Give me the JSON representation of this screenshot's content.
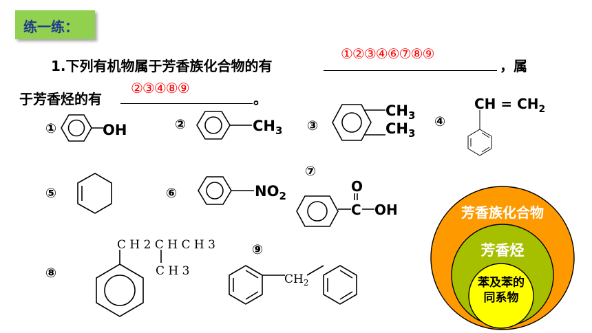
{
  "tag": {
    "label": "练一练："
  },
  "question": {
    "line1_prefix": "1.下列有机物属于芳香族化合物的有",
    "line1_suffix": "，属",
    "line2_prefix": "于芳香烃的有",
    "line2_suffix": "。",
    "answer1": "①②③④⑥⑦⑧⑨",
    "answer2": "②③④⑧⑨"
  },
  "compounds": {
    "c1": {
      "num": "①",
      "group": "OH"
    },
    "c2": {
      "num": "②",
      "group": "CH",
      "sub": "3"
    },
    "c3": {
      "num": "③",
      "g1": "CH",
      "g1sub": "3",
      "g2": "CH",
      "g2sub": "3"
    },
    "c4": {
      "num": "④",
      "top": "CH = CH",
      "topsub": "2"
    },
    "c5": {
      "num": "⑤"
    },
    "c6": {
      "num": "⑥",
      "group": "NO",
      "sub": "2"
    },
    "c7": {
      "num": "⑦",
      "o": "O",
      "c": "C",
      "oh": "OH"
    },
    "c8": {
      "num": "⑧",
      "chain": "C H 2 C H C H 3",
      "branch": "C H 3"
    },
    "c9": {
      "num": "⑨",
      "bridge": "CH",
      "bridgesub": "2"
    }
  },
  "diagram": {
    "outer": "芳香族化合物",
    "middle": "芳香烃",
    "inner_line1": "苯及苯的",
    "inner_line2": "同系物",
    "colors": {
      "outer": "#ff9900",
      "middle": "#a6c000",
      "inner": "#ffff00"
    }
  }
}
